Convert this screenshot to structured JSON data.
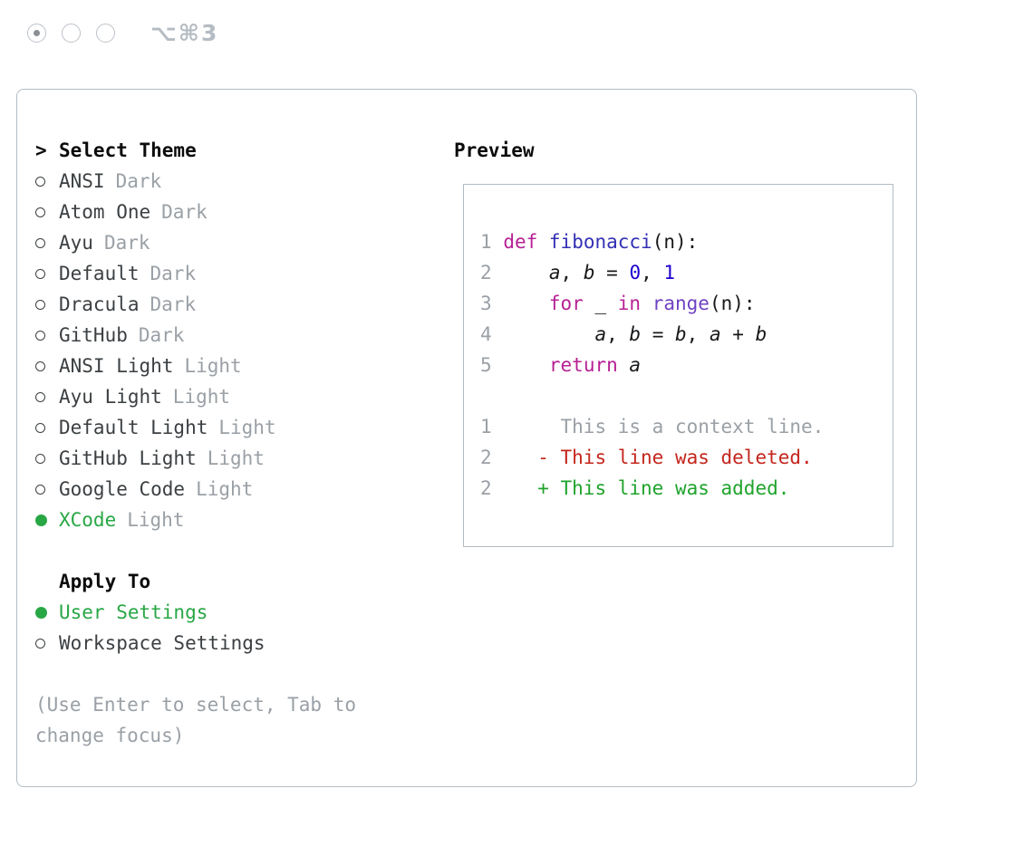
{
  "colors": {
    "green": "#28a745",
    "addgreen": "#1fa32c",
    "red": "#c4261d",
    "muted": "#9aa0a6",
    "text": "#3c4043",
    "heading": "#0b0b0b",
    "codetext": "#17181a",
    "kw": "#b62194",
    "fn": "#3330b4",
    "fn2": "#6f42c1",
    "num": "#1c00cf",
    "border": "#b3bcc3",
    "chrome": "#bcc2c8"
  },
  "window": {
    "shortcut": "⌥⌘3"
  },
  "selector": {
    "prompt": ">",
    "title": "Select Theme",
    "themes": [
      {
        "name": "ANSI",
        "variant": "Dark",
        "selected": false
      },
      {
        "name": "Atom One",
        "variant": "Dark",
        "selected": false
      },
      {
        "name": "Ayu",
        "variant": "Dark",
        "selected": false
      },
      {
        "name": "Default",
        "variant": "Dark",
        "selected": false
      },
      {
        "name": "Dracula",
        "variant": "Dark",
        "selected": false
      },
      {
        "name": "GitHub",
        "variant": "Dark",
        "selected": false
      },
      {
        "name": "ANSI Light",
        "variant": "Light",
        "selected": false
      },
      {
        "name": "Ayu Light",
        "variant": "Light",
        "selected": false
      },
      {
        "name": "Default Light",
        "variant": "Light",
        "selected": false
      },
      {
        "name": "GitHub Light",
        "variant": "Light",
        "selected": false
      },
      {
        "name": "Google Code",
        "variant": "Light",
        "selected": false
      },
      {
        "name": "XCode",
        "variant": "Light",
        "selected": true
      }
    ],
    "apply_to": {
      "title": "Apply To",
      "options": [
        {
          "label": "User Settings",
          "selected": true
        },
        {
          "label": "Workspace Settings",
          "selected": false
        }
      ]
    },
    "hint": "(Use Enter to select, Tab to change focus)"
  },
  "preview": {
    "title": "Preview",
    "code": [
      {
        "ln": "1",
        "tokens": [
          {
            "t": "def",
            "c": "kw"
          },
          {
            "t": " ",
            "c": "p"
          },
          {
            "t": "fibonacci",
            "c": "fn"
          },
          {
            "t": "(",
            "c": "p"
          },
          {
            "t": "n",
            "c": "p"
          },
          {
            "t": "):",
            "c": "p"
          }
        ]
      },
      {
        "ln": "2",
        "tokens": [
          {
            "t": "    ",
            "c": "p"
          },
          {
            "t": "a",
            "c": "var"
          },
          {
            "t": ", ",
            "c": "p"
          },
          {
            "t": "b",
            "c": "var"
          },
          {
            "t": " = ",
            "c": "p"
          },
          {
            "t": "0",
            "c": "num"
          },
          {
            "t": ", ",
            "c": "p"
          },
          {
            "t": "1",
            "c": "num"
          }
        ]
      },
      {
        "ln": "3",
        "tokens": [
          {
            "t": "    ",
            "c": "p"
          },
          {
            "t": "for",
            "c": "kw"
          },
          {
            "t": " _ ",
            "c": "p"
          },
          {
            "t": "in",
            "c": "kw"
          },
          {
            "t": " ",
            "c": "p"
          },
          {
            "t": "range",
            "c": "fn2"
          },
          {
            "t": "(n):",
            "c": "p"
          }
        ]
      },
      {
        "ln": "4",
        "tokens": [
          {
            "t": "        ",
            "c": "p"
          },
          {
            "t": "a",
            "c": "var"
          },
          {
            "t": ", ",
            "c": "p"
          },
          {
            "t": "b",
            "c": "var"
          },
          {
            "t": " = ",
            "c": "p"
          },
          {
            "t": "b",
            "c": "var"
          },
          {
            "t": ", ",
            "c": "p"
          },
          {
            "t": "a",
            "c": "var"
          },
          {
            "t": " + ",
            "c": "p"
          },
          {
            "t": "b",
            "c": "var"
          }
        ]
      },
      {
        "ln": "5",
        "tokens": [
          {
            "t": "    ",
            "c": "p"
          },
          {
            "t": "return",
            "c": "kw"
          },
          {
            "t": " ",
            "c": "p"
          },
          {
            "t": "a",
            "c": "var"
          }
        ]
      }
    ],
    "diff": [
      {
        "ln": "1",
        "text": "      This is a context line.",
        "type": "context"
      },
      {
        "ln": "2",
        "text": "    - This line was deleted.",
        "type": "deleted"
      },
      {
        "ln": "2",
        "text": "    + This line was added.",
        "type": "added"
      }
    ]
  }
}
